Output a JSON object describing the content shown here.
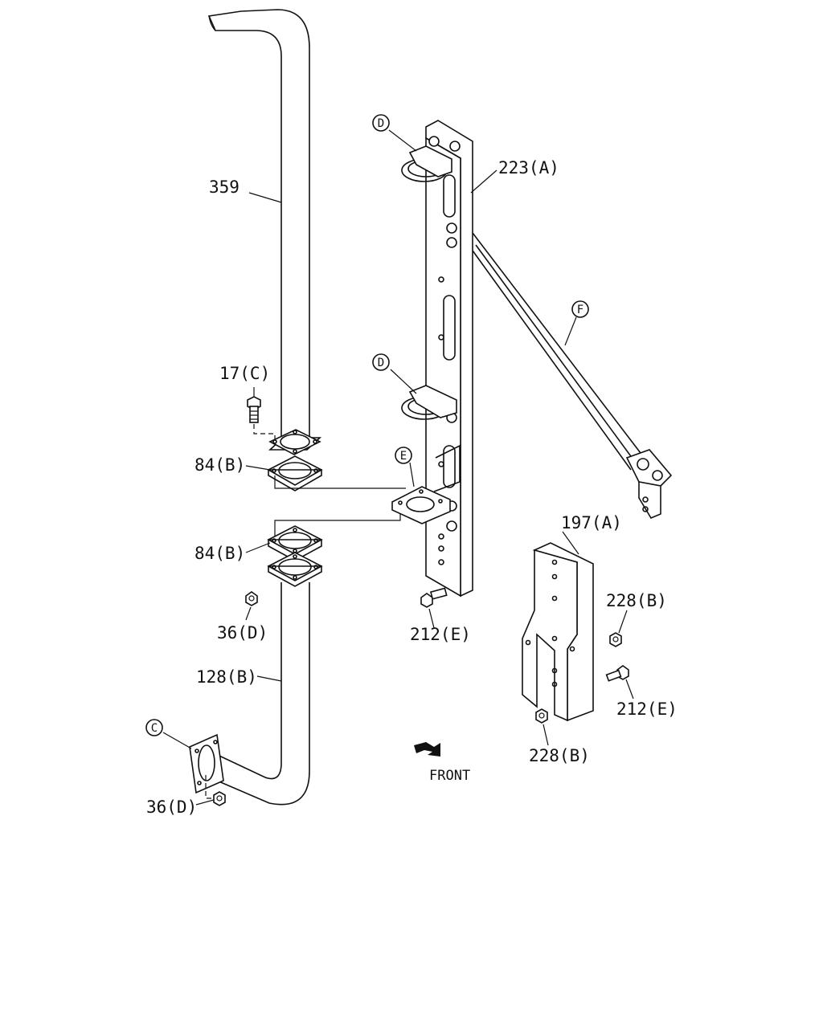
{
  "labels": {
    "p359": "359",
    "p223a": "223(A)",
    "p17c": "17(C)",
    "p84b_upper": "84(B)",
    "p84b_lower": "84(B)",
    "p36d_upper": "36(D)",
    "p36d_lower": "36(D)",
    "p128b": "128(B)",
    "p212e_left": "212(E)",
    "p212e_right": "212(E)",
    "p197a": "197(A)",
    "p228b_upper": "228(B)",
    "p228b_lower": "228(B)",
    "front": "FRONT"
  },
  "callouts": {
    "d_upper": "D",
    "d_lower": "D",
    "e": "E",
    "f": "F",
    "c": "C"
  }
}
